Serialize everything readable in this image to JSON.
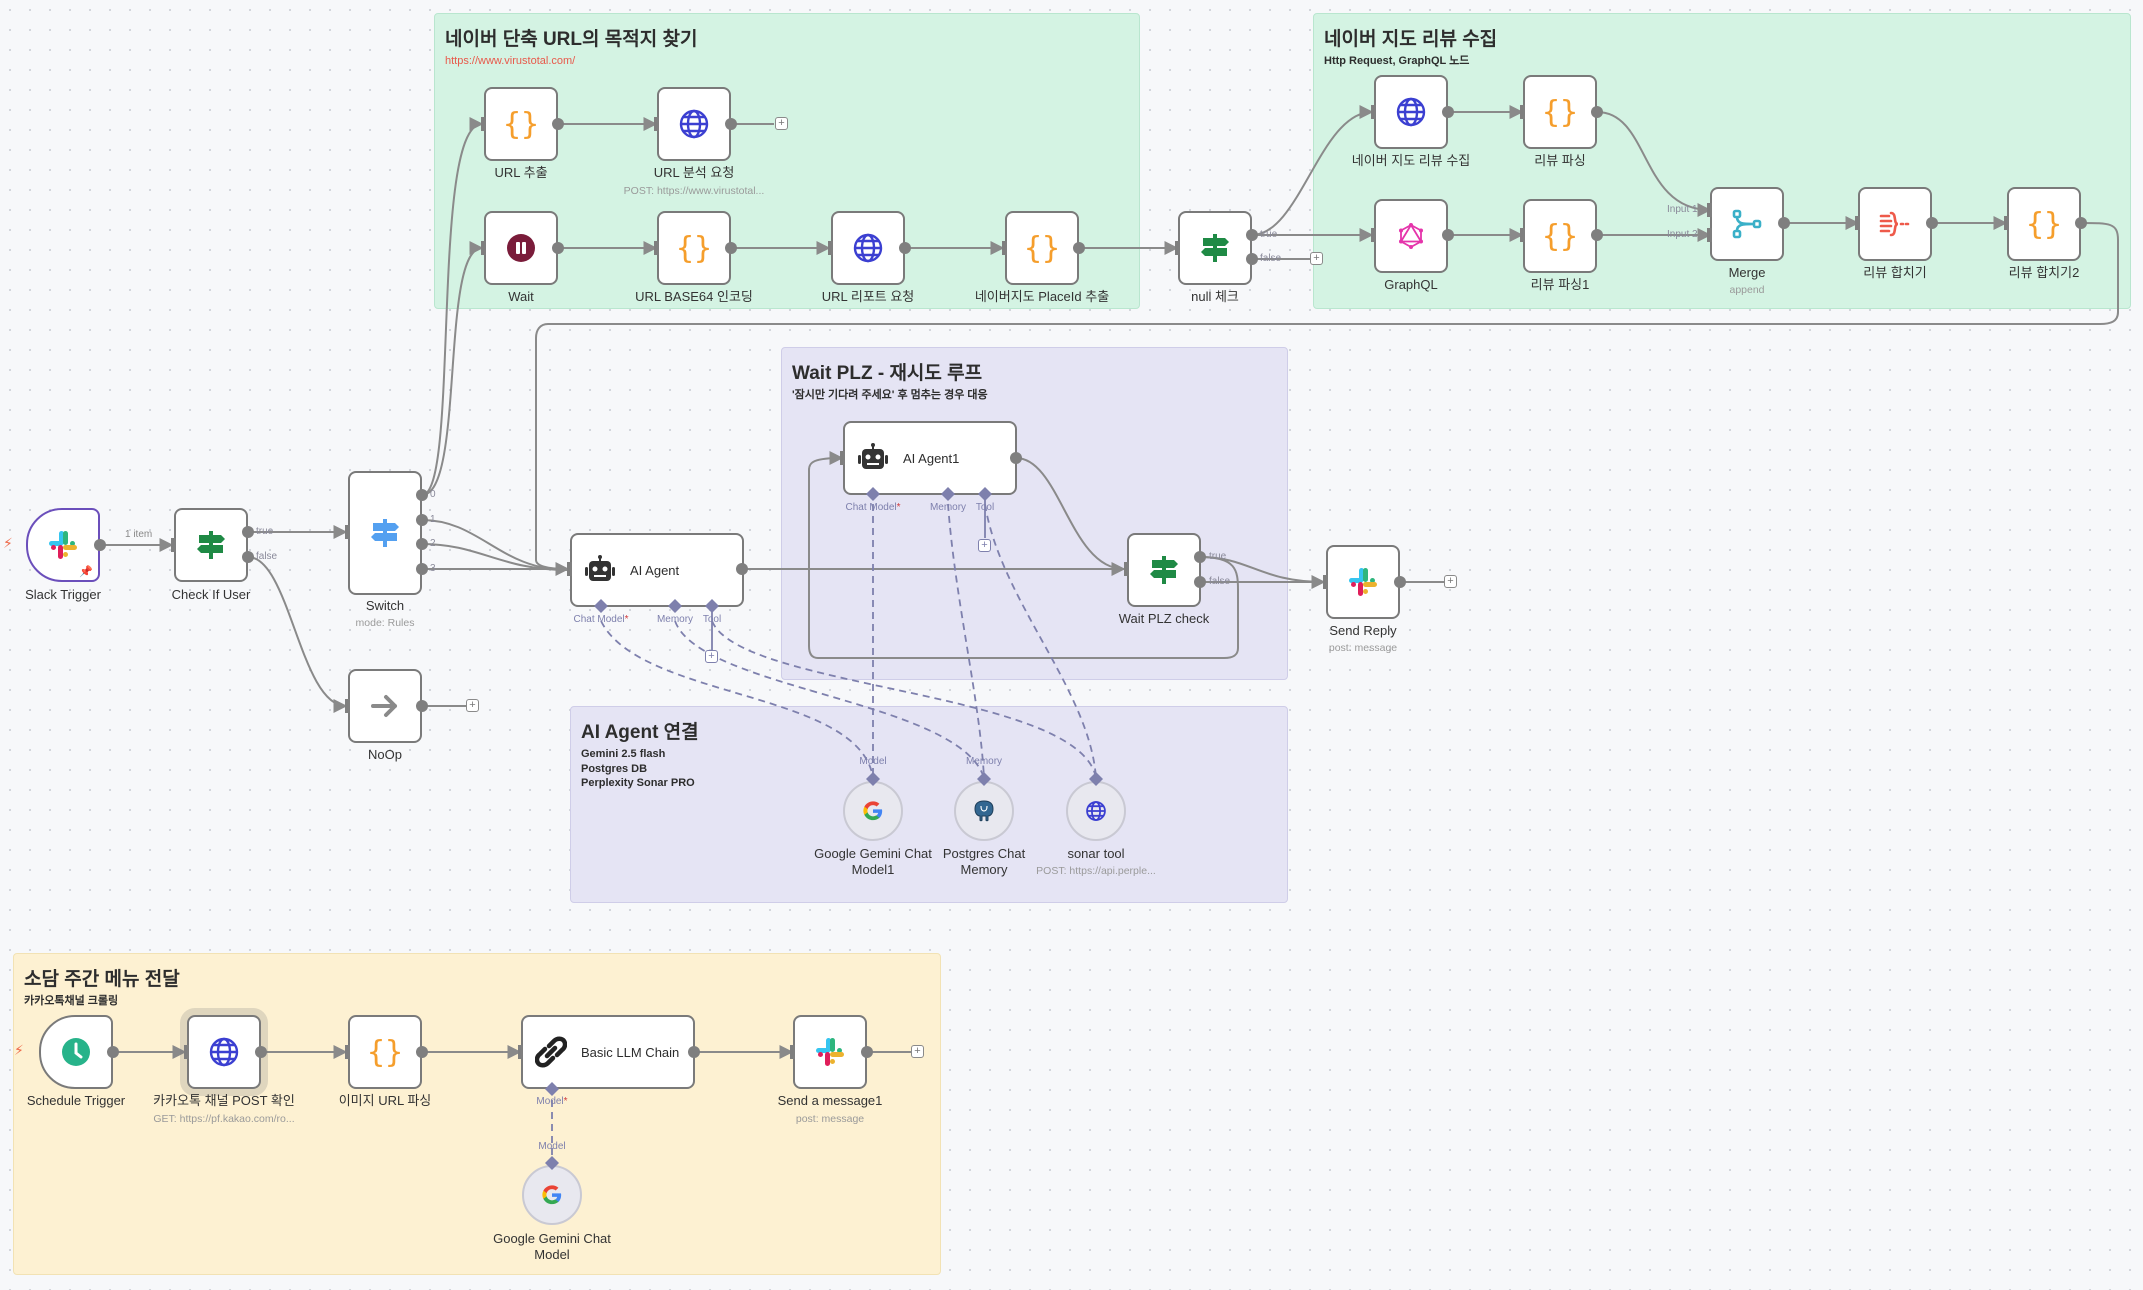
{
  "groups": {
    "url": {
      "title": "네이버 단축 URL의 목적지 찾기",
      "description": "https://www.virustotal.com/"
    },
    "review": {
      "title": "네이버 지도 리뷰 수집",
      "description": "Http Request, GraphQL 노드"
    },
    "wait": {
      "title": "Wait PLZ - 재시도 루프",
      "description": "'잠시만 기다려 주세요' 후 멈추는 경우 대응"
    },
    "agent": {
      "title": "AI Agent 연결",
      "description": "Gemini 2.5 flash\nPostgres DB\nPerplexity Sonar PRO"
    },
    "menu": {
      "title": "소담 주간 메뉴 전달",
      "description": "카카오톡채널 크롤링"
    }
  },
  "nodes": {
    "slack_trigger": {
      "label": "Slack Trigger",
      "icon": "slack-icon"
    },
    "check_if_user": {
      "label": "Check If User",
      "icon": "signpost-icon"
    },
    "switch": {
      "label": "Switch",
      "subtitle": "mode: Rules",
      "icon": "signpost-icon",
      "outputs": [
        "0",
        "1",
        "2",
        "3"
      ]
    },
    "noop": {
      "label": "NoOp",
      "icon": "arrow-right-icon"
    },
    "url_extract": {
      "label": "URL 추출",
      "icon": "code-icon"
    },
    "url_analyze": {
      "label": "URL 분석 요청",
      "subtitle": "POST: https://www.virustotal...",
      "icon": "globe-icon"
    },
    "wait": {
      "label": "Wait",
      "icon": "pause-icon"
    },
    "base64": {
      "label": "URL BASE64 인코딩",
      "icon": "code-icon"
    },
    "url_report": {
      "label": "URL 리포트 요청",
      "icon": "globe-icon"
    },
    "placeid": {
      "label": "네이버지도 PlaceId 추출",
      "icon": "code-icon"
    },
    "null_check": {
      "label": "null 체크",
      "icon": "signpost-icon"
    },
    "naver_review": {
      "label": "네이버 지도 리뷰 수집",
      "icon": "globe-icon"
    },
    "review_parse": {
      "label": "리뷰 파싱",
      "icon": "code-icon"
    },
    "graphql": {
      "label": "GraphQL",
      "icon": "graphql-icon"
    },
    "review_parse1": {
      "label": "리뷰 파싱1",
      "icon": "code-icon"
    },
    "merge": {
      "label": "Merge",
      "subtitle": "append",
      "icon": "merge-icon",
      "inputs": [
        "Input 1",
        "Input 2"
      ]
    },
    "review_combine": {
      "label": "리뷰 합치기",
      "icon": "aggregate-icon"
    },
    "review_combine2": {
      "label": "리뷰 합치기2",
      "icon": "code-icon"
    },
    "ai_agent": {
      "label": "AI Agent",
      "icon": "robot-icon",
      "connectors": [
        "Chat Model",
        "Memory",
        "Tool"
      ]
    },
    "ai_agent1": {
      "label": "AI Agent1",
      "icon": "robot-icon",
      "connectors": [
        "Chat Model",
        "Memory",
        "Tool"
      ]
    },
    "wait_plz_check": {
      "label": "Wait PLZ check",
      "icon": "signpost-icon"
    },
    "send_reply": {
      "label": "Send Reply",
      "subtitle": "post: message",
      "icon": "slack-icon"
    },
    "gemini1": {
      "label": "Google Gemini Chat Model1",
      "icon": "google-icon",
      "port": "Model"
    },
    "postgres": {
      "label": "Postgres Chat Memory",
      "icon": "postgres-icon",
      "port": "Memory"
    },
    "sonar": {
      "label": "sonar tool",
      "subtitle": "POST: https://api.perple...",
      "icon": "globe-icon"
    },
    "schedule": {
      "label": "Schedule Trigger",
      "icon": "clock-icon"
    },
    "kakao_post": {
      "label": "카카오톡 채널 POST 확인",
      "subtitle": "GET: https://pf.kakao.com/ro...",
      "icon": "globe-icon"
    },
    "image_url": {
      "label": "이미지 URL 파싱",
      "icon": "code-icon"
    },
    "llm_chain": {
      "label": "Basic LLM Chain",
      "icon": "link-icon",
      "connectors": [
        "Model"
      ]
    },
    "send_message1": {
      "label": "Send a message1",
      "subtitle": "post: message",
      "icon": "slack-icon"
    },
    "gemini": {
      "label": "Google Gemini Chat Model",
      "icon": "google-icon",
      "port": "Model"
    }
  },
  "edge_labels": {
    "items": "1 item",
    "true": "true",
    "false": "false",
    "required_mark": "*"
  },
  "colors": {
    "edge": "#8a8a8a",
    "connector": "#7e80ad",
    "code": "#f59e2c",
    "globe": "#3b3fd1",
    "if": "#1f8a45",
    "switch": "#54a0f0",
    "wait": "#7a1c3a",
    "merge": "#3ab0c8",
    "aggregate": "#ee5a4a",
    "graphql": "#e535ab",
    "schedule": "#27b38a",
    "trigger_selected": "#6b4fbb"
  }
}
